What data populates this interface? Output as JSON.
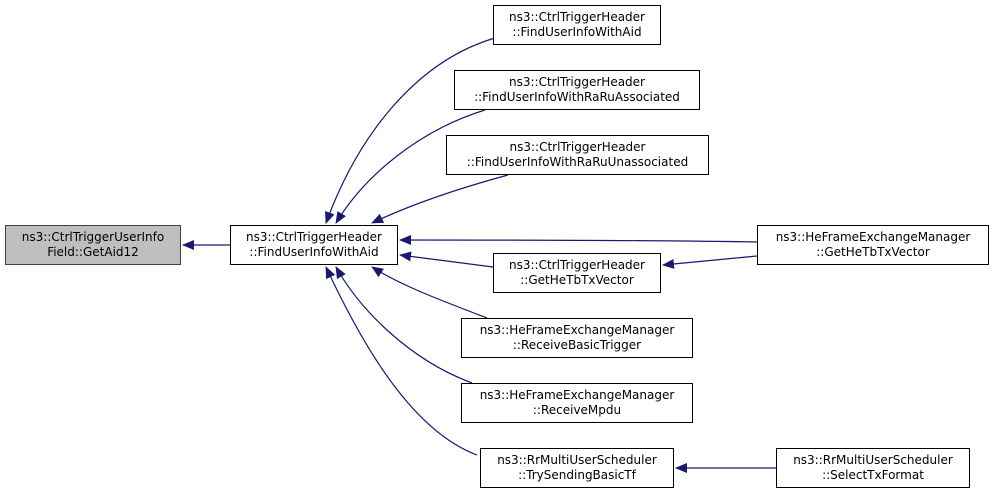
{
  "graph": {
    "edge_color": "#191970",
    "root_fill": "#bfbfbf",
    "nodes": [
      {
        "id": "root",
        "line1": "ns3::CtrlTriggerUserInfo",
        "line2": "Field::GetAid12"
      },
      {
        "id": "find_aid",
        "line1": "ns3::CtrlTriggerHeader",
        "line2": "::FindUserInfoWithAid"
      },
      {
        "id": "find_aid_2",
        "line1": "ns3::CtrlTriggerHeader",
        "line2": "::FindUserInfoWithAid"
      },
      {
        "id": "find_raru_assoc",
        "line1": "ns3::CtrlTriggerHeader",
        "line2": "::FindUserInfoWithRaRuAssociated"
      },
      {
        "id": "find_raru_unassoc",
        "line1": "ns3::CtrlTriggerHeader",
        "line2": "::FindUserInfoWithRaRuUnassociated"
      },
      {
        "id": "get_hetb_ctrl",
        "line1": "ns3::CtrlTriggerHeader",
        "line2": "::GetHeTbTxVector"
      },
      {
        "id": "receive_basic",
        "line1": "ns3::HeFrameExchangeManager",
        "line2": "::ReceiveBasicTrigger"
      },
      {
        "id": "receive_mpdu",
        "line1": "ns3::HeFrameExchangeManager",
        "line2": "::ReceiveMpdu"
      },
      {
        "id": "try_sending",
        "line1": "ns3::RrMultiUserScheduler",
        "line2": "::TrySendingBasicTf"
      },
      {
        "id": "get_hetb_hefem",
        "line1": "ns3::HeFrameExchangeManager",
        "line2": "::GetHeTbTxVector"
      },
      {
        "id": "select_tx",
        "line1": "ns3::RrMultiUserScheduler",
        "line2": "::SelectTxFormat"
      }
    ],
    "edges": [
      {
        "from": "find_aid",
        "to": "root"
      },
      {
        "from": "find_aid_2",
        "to": "find_aid"
      },
      {
        "from": "find_raru_assoc",
        "to": "find_aid"
      },
      {
        "from": "find_raru_unassoc",
        "to": "find_aid"
      },
      {
        "from": "get_hetb_hefem",
        "to": "find_aid"
      },
      {
        "from": "get_hetb_ctrl",
        "to": "find_aid"
      },
      {
        "from": "receive_basic",
        "to": "find_aid"
      },
      {
        "from": "receive_mpdu",
        "to": "find_aid"
      },
      {
        "from": "try_sending",
        "to": "find_aid"
      },
      {
        "from": "get_hetb_hefem",
        "to": "get_hetb_ctrl"
      },
      {
        "from": "select_tx",
        "to": "try_sending"
      }
    ]
  }
}
